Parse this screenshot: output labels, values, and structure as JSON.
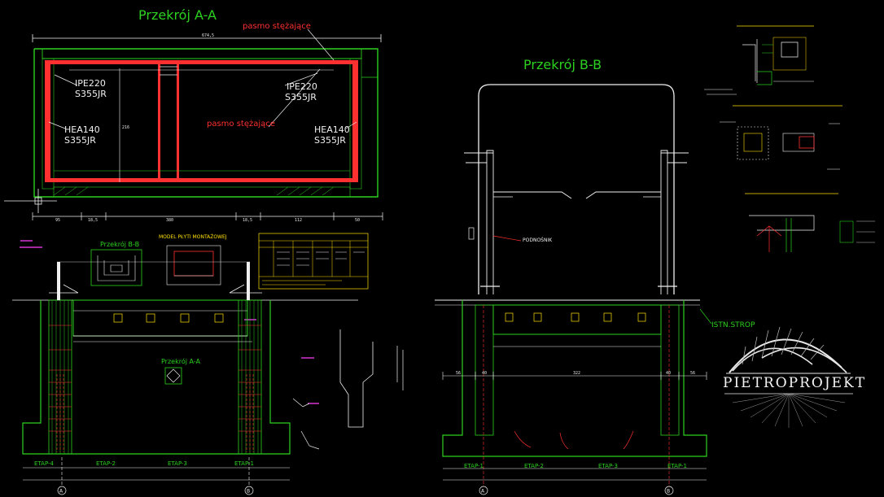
{
  "titles": {
    "section_aa": "Przekrój A-A",
    "section_bb": "Przekrój B-B",
    "small_section_bb": "Przekrój B-B",
    "small_section_aa": "Przekrój A-A",
    "plate_model": "MODEL PŁYTI MONTAŻOWEJ"
  },
  "labels_aa": {
    "band_top": "pasmo stężające",
    "band_mid": "pasmo stężające",
    "beam_left_1": "IPE220",
    "beam_left_2": "S355JR",
    "beam_right_1": "IPE220",
    "beam_right_2": "S355JR",
    "col_left_1": "HEA140",
    "col_left_2": "S355JR",
    "col_right_1": "HEA140",
    "col_right_2": "S355JR"
  },
  "dims_aa": {
    "total": "674,5",
    "height": "216",
    "d1": "95",
    "d2": "18,5",
    "d3": "380",
    "d4": "18,5",
    "d5": "112",
    "d6": "50"
  },
  "labels_bb": {
    "lift": "PODNOŚNIK",
    "slab": "ISTN.STROP",
    "d_left": "56",
    "d_c1": "40",
    "d_mid": "322",
    "d_c2": "40",
    "d_right": "56"
  },
  "etaps_left": [
    "ETAP-4",
    "ETAP-2",
    "ETAP-3",
    "ETAP-1"
  ],
  "etaps_right": [
    "ETAP-1",
    "ETAP-2",
    "ETAP-3",
    "ETAP-1"
  ],
  "axes": [
    "A",
    "B",
    "A",
    "B"
  ],
  "brand": {
    "name": "PIETROPROJEKT"
  },
  "colors": {
    "background": "#000000",
    "green": "#2cd11f",
    "red": "#ff3030",
    "white": "#f0f0f0",
    "yellow": "#ffe000",
    "magenta": "#ff3dff"
  }
}
